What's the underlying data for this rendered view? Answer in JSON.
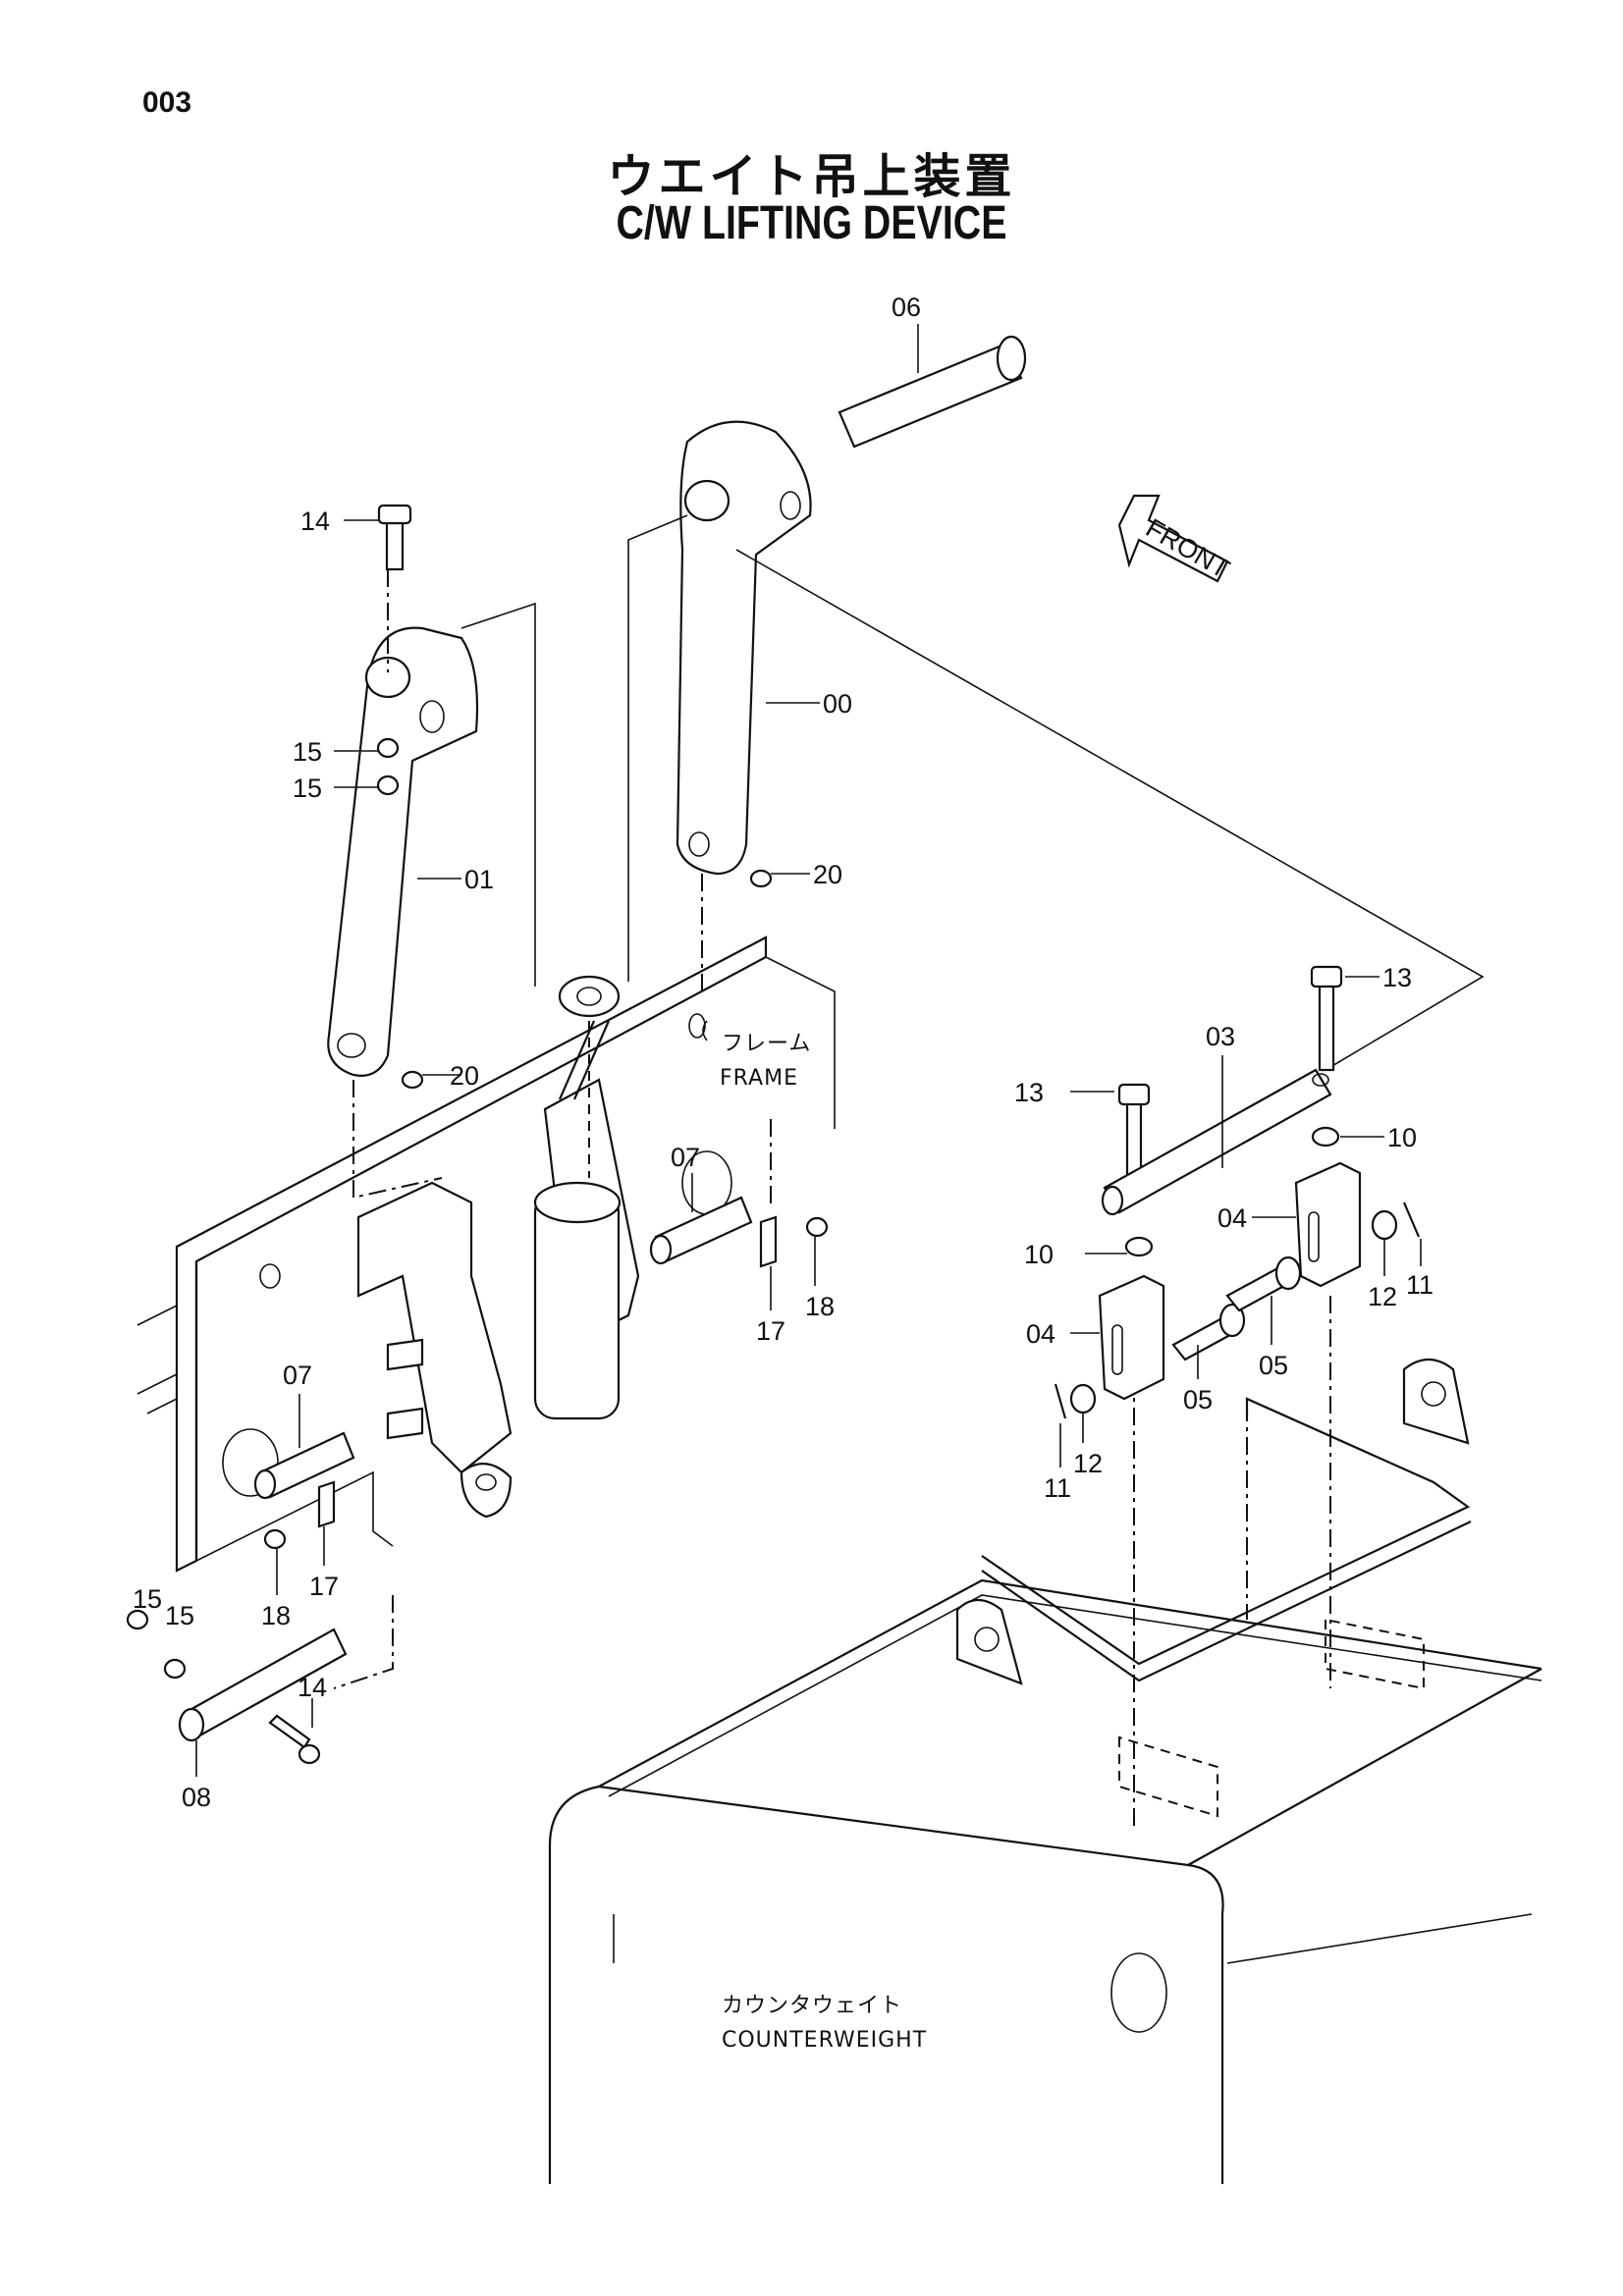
{
  "page": {
    "number": "003"
  },
  "title": {
    "jp": "ウエイト吊上装置",
    "en": "C/W LIFTING DEVICE"
  },
  "front_marker": {
    "text": "FRONT"
  },
  "annotations": {
    "frame_jp": "フレーム",
    "frame_en": "FRAME",
    "counterweight_jp": "カウンタウェイト",
    "counterweight_en": "COUNTERWEIGHT"
  },
  "callouts": [
    "06",
    "14",
    "15",
    "15",
    "00",
    "01",
    "20",
    "20",
    "13",
    "03",
    "13",
    "10",
    "07",
    "04",
    "10",
    "18",
    "17",
    "12",
    "11",
    "04",
    "05",
    "05",
    "07",
    "11",
    "12",
    "17",
    "18",
    "15",
    "15",
    "14",
    "08"
  ]
}
